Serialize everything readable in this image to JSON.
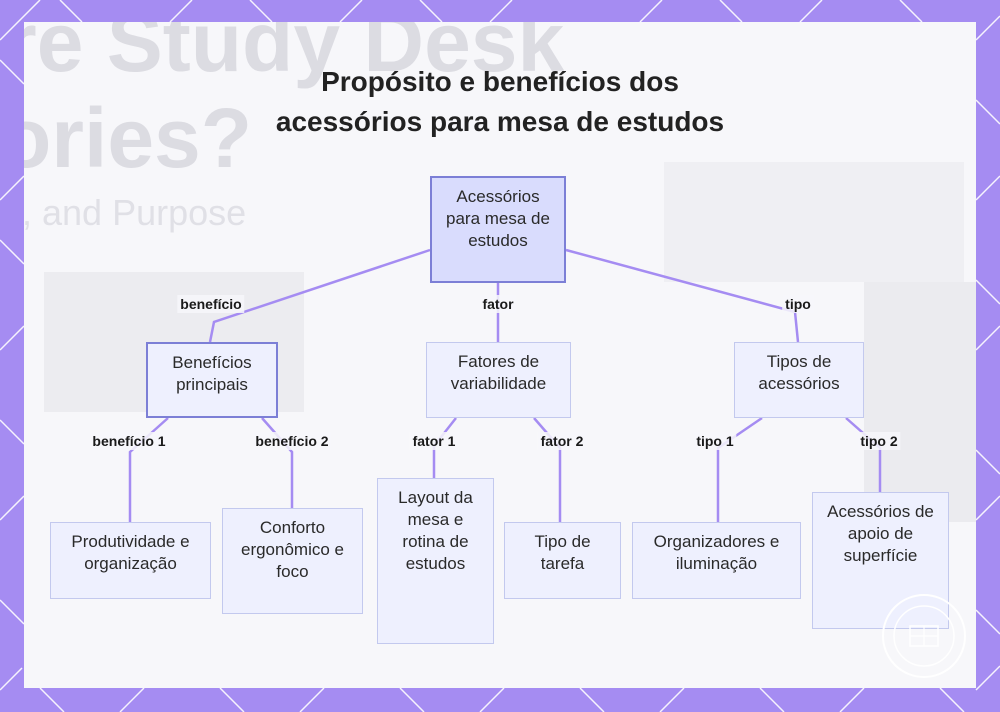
{
  "title_lines": [
    "Propósito e benefícios dos",
    "acessórios para mesa de estudos"
  ],
  "nodes": {
    "root": "Acessórios para mesa de estudos",
    "beneficios": "Benefícios principais",
    "fatores": "Fatores de variabilidade",
    "tipos": "Tipos de acessórios",
    "produtividade": "Produtividade e organização",
    "conforto": "Conforto ergonômico e foco",
    "layout": "Layout da mesa e rotina de estudos",
    "tarefa": "Tipo de tarefa",
    "organizadores": "Organizadores e iluminação",
    "apoio": "Acessórios de apoio de superfície"
  },
  "edge_labels": {
    "beneficio": "benefício",
    "fator": "fator",
    "tipo": "tipo",
    "beneficio_1": "benefício 1",
    "beneficio_2": "benefício 2",
    "fator_1": "fator 1",
    "fator_2": "fator 2",
    "tipo_1": "tipo 1",
    "tipo_2": "tipo 2"
  },
  "background_text": [
    "re Study Desk",
    "ories?",
    "s, and Purpose"
  ],
  "colors": {
    "frame": "#a58cf2",
    "edge": "#a58cf2",
    "root_fill": "#d9dcfd",
    "root_border": "#7c7fd6",
    "node_fill": "#eef0fe",
    "node_border": "#c3c9ee"
  }
}
